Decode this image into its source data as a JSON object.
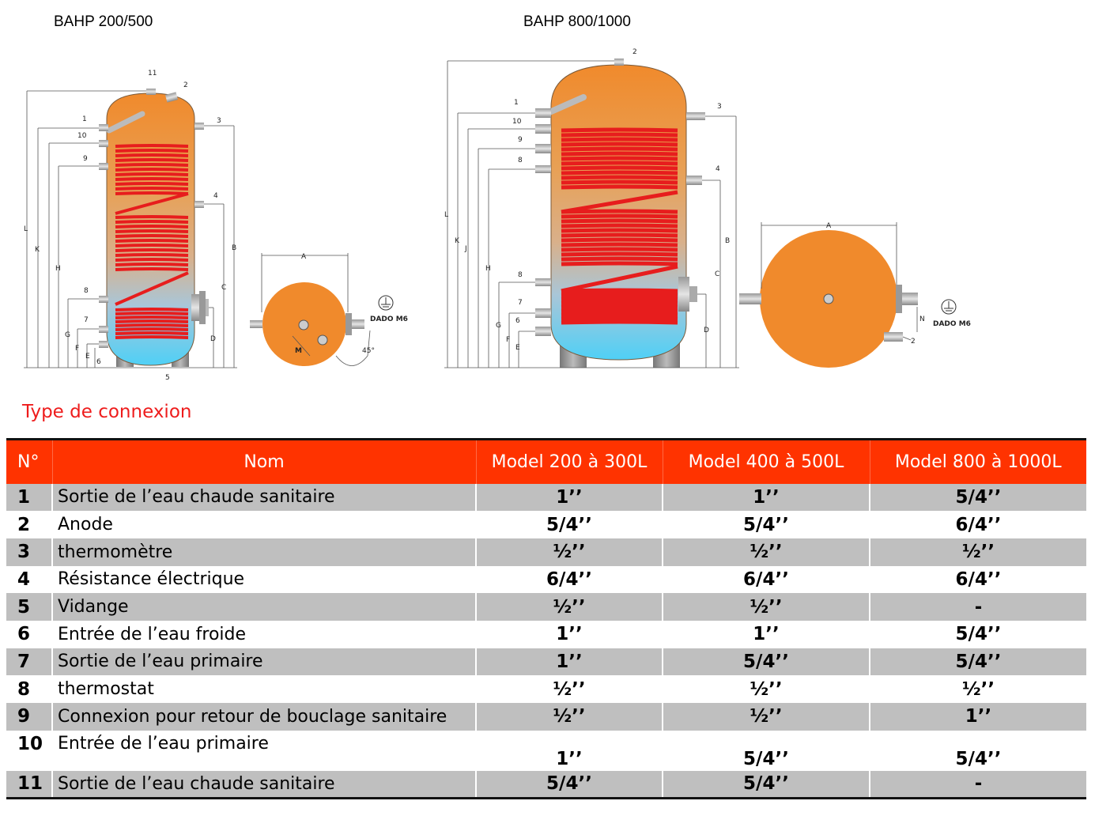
{
  "models": {
    "left": "BAHP 200/500",
    "right": "BAHP 800/1000"
  },
  "diagram_labels": {
    "left": [
      "11",
      "2",
      "1",
      "3",
      "10",
      "9",
      "4",
      "8",
      "7",
      "6",
      "5",
      "L",
      "K",
      "H",
      "G",
      "F",
      "E",
      "B",
      "C",
      "D",
      "A",
      "M",
      "DADO M6",
      "45°"
    ],
    "right": [
      "2",
      "1",
      "3",
      "10",
      "9",
      "8",
      "4",
      "7",
      "6",
      "L",
      "K",
      "J",
      "H",
      "G",
      "F",
      "E",
      "B",
      "C",
      "D",
      "A",
      "N",
      "2",
      "DADO M6"
    ]
  },
  "colors": {
    "tank": "#f08a2c",
    "coil": "#ee1c1c",
    "water": "#5fd0f5",
    "header": "#ff3300",
    "title": "#ee1c1c"
  },
  "section_title": "Type de connexion",
  "table": {
    "headers": [
      "N°",
      "Nom",
      "Model 200 à 300L",
      "Model 400 à 500L",
      "Model 800 à 1000L"
    ],
    "rows": [
      {
        "n": "1",
        "name": "Sortie de l’eau chaude sanitaire",
        "m1": "1’’",
        "m2": "1’’",
        "m3": "5/4’’"
      },
      {
        "n": "2",
        "name": "Anode",
        "m1": "5/4’’",
        "m2": "5/4’’",
        "m3": "6/4’’"
      },
      {
        "n": "3",
        "name": "thermomètre",
        "m1": "½’’",
        "m2": "½’’",
        "m3": "½’’"
      },
      {
        "n": "4",
        "name": "Résistance électrique",
        "m1": "6/4’’",
        "m2": "6/4’’",
        "m3": "6/4’’"
      },
      {
        "n": "5",
        "name": "Vidange",
        "m1": "½’’",
        "m2": "½’’",
        "m3": "-"
      },
      {
        "n": "6",
        "name": "Entrée de l’eau froide",
        "m1": "1’’",
        "m2": "1’’",
        "m3": "5/4’’"
      },
      {
        "n": "7",
        "name": "Sortie de l’eau primaire",
        "m1": "1’’",
        "m2": "5/4’’",
        "m3": "5/4’’"
      },
      {
        "n": "8",
        "name": "thermostat",
        "m1": "½’’",
        "m2": "½’’",
        "m3": "½’’"
      },
      {
        "n": "9",
        "name": "Connexion pour retour de bouclage sanitaire",
        "m1": "½’’",
        "m2": "½’’",
        "m3": "1’’"
      },
      {
        "n": "10",
        "name": "Entrée de l’eau primaire",
        "m1": "1’’",
        "m2": "5/4’’",
        "m3": "5/4’’"
      },
      {
        "n": "11",
        "name": "Sortie de l’eau chaude sanitaire",
        "m1": "5/4’’",
        "m2": "5/4’’",
        "m3": "-"
      }
    ]
  }
}
